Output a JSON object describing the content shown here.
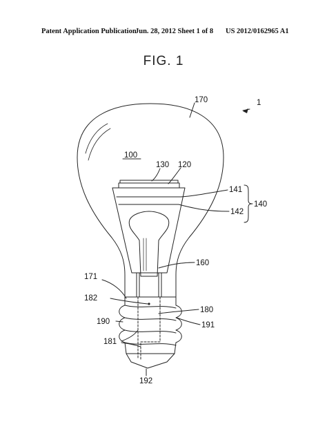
{
  "header": {
    "left": "Patent Application Publication",
    "middle": "Jun. 28, 2012  Sheet 1 of 8",
    "right": "US 2012/0162965 A1"
  },
  "figure": {
    "title": "FIG. 1"
  },
  "labels": {
    "l1": "1",
    "l170": "170",
    "l100": "100",
    "l130": "130",
    "l120": "120",
    "l141": "141",
    "l140": "140",
    "l142": "142",
    "l160": "160",
    "l171": "171",
    "l182": "182",
    "l180": "180",
    "l190": "190",
    "l191": "191",
    "l181": "181",
    "l192": "192"
  }
}
